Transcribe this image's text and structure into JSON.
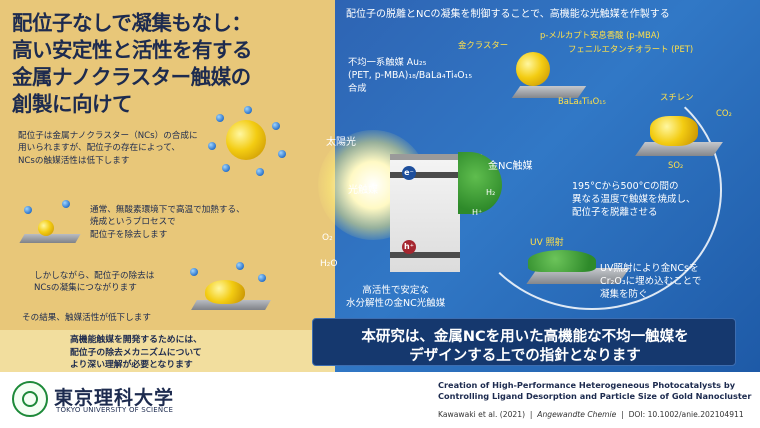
{
  "left": {
    "title_lines": [
      "配位子なしで凝集もなし：",
      "高い安定性と活性を有する",
      "金属ナノクラスター触媒の",
      "創製に向けて"
    ],
    "p1": [
      "配位子は金属ナノクラスター（NCs）の合成に",
      "用いられますが、配位子の存在によって、",
      "NCsの触媒活性は低下します"
    ],
    "p2": [
      "通常、無酸素環境下で高温で加熱する、",
      "焼成というプロセスで",
      "配位子を除去します"
    ],
    "p3": [
      "しかしながら、配位子の除去は",
      "NCsの凝集につながります"
    ],
    "p4": "その結果、触媒活性が低下します",
    "bottom": [
      "高機能触媒を開発するためには、",
      "配位子の除去メカニズムについて",
      "より深い理解が必要となります"
    ]
  },
  "right": {
    "header": "配位子の脱離とNCの凝集を制御することで、高機能な光触媒を作製する",
    "catalyst_desc": [
      "不均一系触媒 Au₂₅",
      "(PET, p-MBA)₁₈/BaLa₄Ti₄O₁₅",
      "合成"
    ],
    "label_gold_cluster": "金クラスター",
    "label_pmba": "p-メルカプト安息香酸 (p-MBA)",
    "label_pet": "フェニルエタンチオラート (PET)",
    "label_bala": "BaLa₄Ti₄O₁₅",
    "label_styrene": "スチレン",
    "label_co2": "CO₂",
    "label_so2": "SO₂",
    "label_sunlight": "太陽光",
    "label_photocatalyst": "光触媒",
    "label_nc_catalyst": "金NC触媒",
    "label_h2": "H₂",
    "label_hplus": "H⁺",
    "label_o2": "O₂",
    "label_h2o": "H₂O",
    "label_eminus": "e⁻",
    "label_hplus_hole": "h⁺",
    "calcination": [
      "195°Cから500°Cの間の",
      "異なる温度で触媒を焼成し、",
      "配位子を脱離させる"
    ],
    "label_uv": "UV 照射",
    "uv_desc": [
      "UV照射により金NCsを",
      "Cr₂O₃に埋め込むことで",
      "凝集を防ぐ"
    ],
    "stable_desc": [
      "高活性で安定な",
      "水分解性の金NC光触媒"
    ],
    "conclusion": [
      "本研究は、金属NCを用いた高機能な不均一触媒を",
      "デザインする上での指針となります"
    ]
  },
  "footer": {
    "logo_jp": "東京理科大学",
    "logo_en": "TOKYO UNIVERSITY OF SCIENCE",
    "paper_title": [
      "Creation of High-Performance Heterogeneous Photocatalysts by",
      "Controlling Ligand Desorption and Particle Size of Gold Nanocluster"
    ],
    "authors": "Kawawaki et al. (2021)",
    "journal": "Angewandte Chemie",
    "doi": "DOI: 10.1002/anie.202104911"
  },
  "colors": {
    "gold_bg": "#e8c779",
    "navy": "#1d2b4f",
    "blue_bg": "#2e64b3",
    "accent_yellow": "#ffe04a",
    "green": "#2e8a2a"
  },
  "icons": [
    "gold-cluster-icon",
    "ligand-dot-icon",
    "substrate-slab-icon",
    "sun-icon",
    "arrow-icon",
    "university-seal-icon"
  ]
}
